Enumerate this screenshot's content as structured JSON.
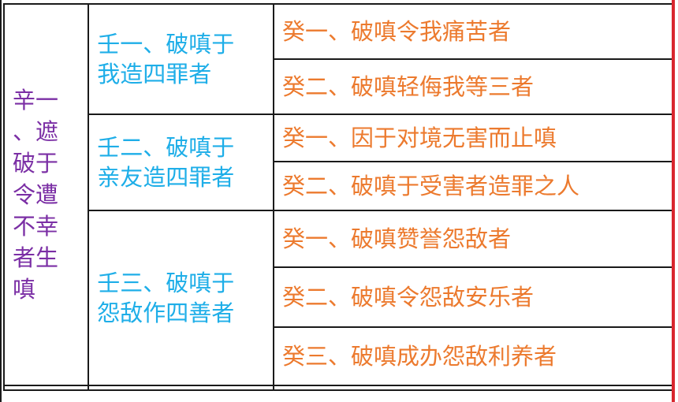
{
  "xin": {
    "lines": [
      "辛一",
      "、遮",
      "破于",
      "令遭",
      "不幸",
      "者生",
      "嗔"
    ]
  },
  "ren": [
    {
      "lines": [
        "壬一、破嗔于",
        "我造四罪者"
      ]
    },
    {
      "lines": [
        "壬二、破嗔于",
        "亲友造四罪者"
      ]
    },
    {
      "lines": [
        "壬三、破嗔于",
        "怨敌作四善者"
      ]
    }
  ],
  "gui": [
    "癸一、破嗔令我痛苦者",
    "癸二、破嗔轻侮我等三者",
    "癸一、因于对境无害而止嗔",
    "癸二、破嗔于受害者造罪之人",
    "癸一、破嗔赞誉怨敌者",
    "癸二、破嗔令怨敌安乐者",
    "癸三、破嗔成办怨敌利养者"
  ],
  "colors": {
    "xin": "#7b2fa5",
    "ren": "#1eaee8",
    "gui": "#ec7a2e",
    "border": "#1a1a1a",
    "right_edge": "#d9262e"
  }
}
